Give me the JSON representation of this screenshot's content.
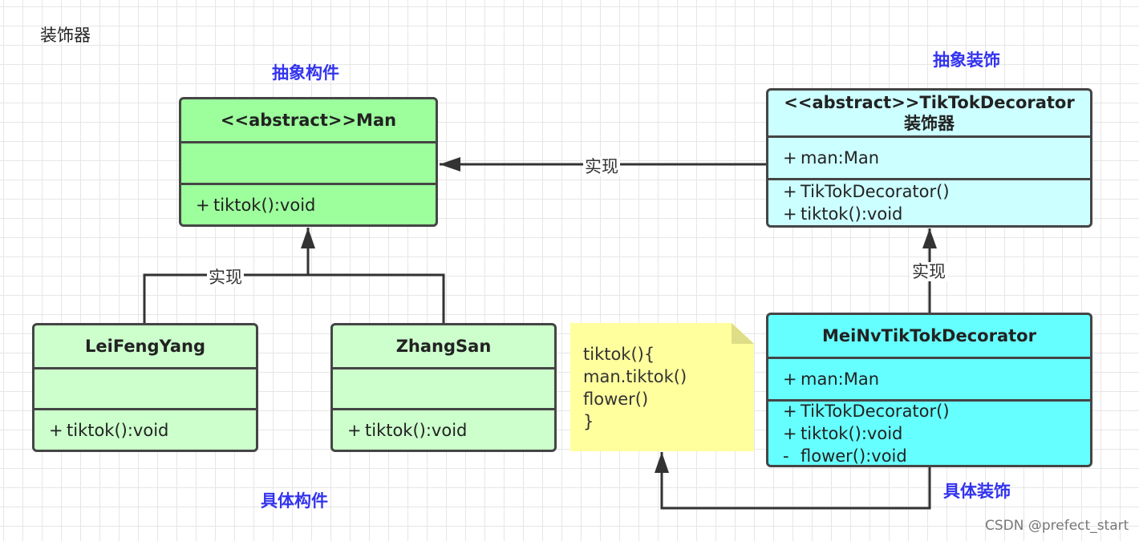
{
  "diagram_title": "装饰器",
  "role_labels": {
    "abstract_component": "抽象构件",
    "abstract_decorator": "抽象装饰",
    "concrete_component": "具体构件",
    "concrete_decorator": "具体装饰"
  },
  "classes": {
    "man": {
      "name": "<<abstract>>Man",
      "attributes": [],
      "methods": [
        {
          "visibility": "+",
          "signature": "tiktok():void"
        }
      ],
      "fill": "#9cff9c"
    },
    "tiktok_decorator": {
      "name_line1": "<<abstract>>TikTokDecorator",
      "name_line2": "装饰器",
      "attributes": [
        {
          "visibility": "+",
          "signature": "man:Man"
        }
      ],
      "methods": [
        {
          "visibility": "+",
          "signature": "TikTokDecorator()"
        },
        {
          "visibility": "+",
          "signature": "tiktok():void"
        }
      ],
      "fill": "#ccffff"
    },
    "leifengyang": {
      "name": "LeiFengYang",
      "attributes": [],
      "methods": [
        {
          "visibility": "+",
          "signature": "tiktok():void"
        }
      ],
      "fill": "#ccffcc"
    },
    "zhangsan": {
      "name": "ZhangSan",
      "attributes": [],
      "methods": [
        {
          "visibility": "+",
          "signature": "tiktok():void"
        }
      ],
      "fill": "#ccffcc"
    },
    "meinv_decorator": {
      "name": "MeiNvTikTokDecorator",
      "attributes": [
        {
          "visibility": "+",
          "signature": "man:Man"
        }
      ],
      "methods": [
        {
          "visibility": "+",
          "signature": "TikTokDecorator()"
        },
        {
          "visibility": "+",
          "signature": "tiktok():void"
        },
        {
          "visibility": "-",
          "signature": "flower():void"
        }
      ],
      "fill": "#66ffff"
    }
  },
  "note": {
    "lines": [
      "tiktok(){",
      "man.tiktok()",
      "flower()",
      "}"
    ],
    "fill": "#ffff9e"
  },
  "relations": [
    {
      "from": "tiktok_decorator",
      "to": "man",
      "label": "实现"
    },
    {
      "from": "leifengyang",
      "to": "man",
      "label": "实现"
    },
    {
      "from": "zhangsan",
      "to": "man",
      "label": ""
    },
    {
      "from": "meinv_decorator",
      "to": "tiktok_decorator",
      "label": "实现"
    },
    {
      "from": "meinv_decorator",
      "to": "note",
      "label": ""
    }
  ],
  "watermark": "CSDN @prefect_start"
}
